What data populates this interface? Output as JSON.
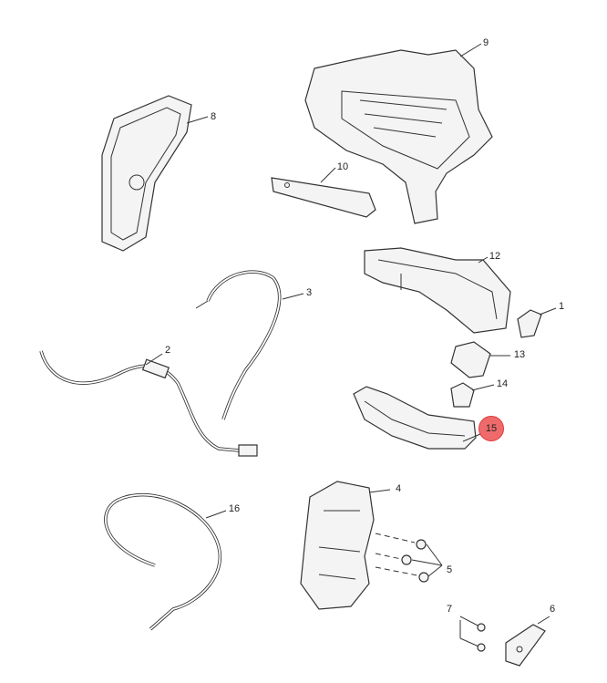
{
  "diagram": {
    "callouts": [
      {
        "id": "9",
        "label": "9"
      },
      {
        "id": "8",
        "label": "8"
      },
      {
        "id": "10",
        "label": "10"
      },
      {
        "id": "12",
        "label": "12"
      },
      {
        "id": "1",
        "label": "1"
      },
      {
        "id": "3",
        "label": "3"
      },
      {
        "id": "2",
        "label": "2"
      },
      {
        "id": "13",
        "label": "13"
      },
      {
        "id": "14",
        "label": "14"
      },
      {
        "id": "15",
        "label": "15",
        "highlighted": true
      },
      {
        "id": "4",
        "label": "4"
      },
      {
        "id": "16",
        "label": "16"
      },
      {
        "id": "5",
        "label": "5"
      },
      {
        "id": "7",
        "label": "7"
      },
      {
        "id": "6",
        "label": "6"
      }
    ],
    "highlight_color": "#ef6b6b"
  }
}
